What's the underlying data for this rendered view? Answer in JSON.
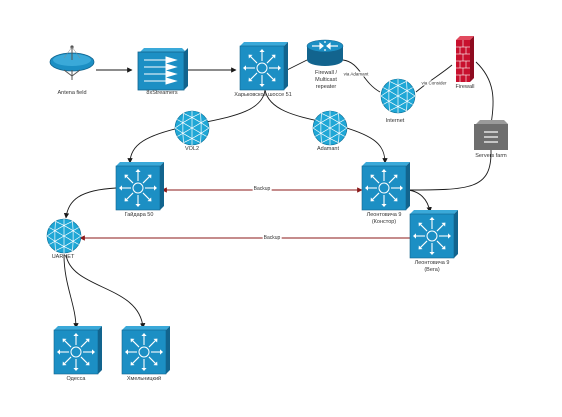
{
  "nodes": {
    "antenna": "Antena field",
    "streamers": "8xStreamers",
    "kharkiv": "Харьковское шоссе 51",
    "firewall_multicast": [
      "Firewall /",
      "Multicast",
      "repeater"
    ],
    "internet": "Internet",
    "firewall": "Firewall",
    "servers": "Servers farm",
    "vol2": "VOL2",
    "adamant": "Adamant",
    "gaidara": "Гайдара 50",
    "leont_konstor": [
      "Леонтовича 9",
      "(Констор)"
    ],
    "leont_vega": [
      "Леонтовича 9",
      "(Вега)"
    ],
    "uarnet": "UARNET",
    "odessa": "Одесса",
    "khmelnytskyi": "Хмельницкий"
  },
  "edges": {
    "via_adamant": "via Adamant",
    "via_consider": "via Consider",
    "backup_1": "Backup",
    "backup_2": "Backup"
  },
  "colors": {
    "switch_fill": "#1c8fc4",
    "switch_side": "#12648e",
    "globe": "#1fa7d6",
    "line": "#1a1a1a",
    "backup_line": "#8b1a1a",
    "firewall_red": "#c8102e"
  }
}
